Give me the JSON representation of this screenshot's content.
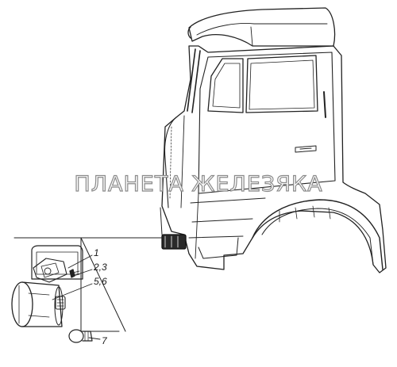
{
  "callouts": {
    "c1": "1",
    "c23": "2,3",
    "c56": "5,6",
    "c7": "7"
  },
  "watermark": "ПЛАНЕТА ЖЕЛЕЗЯКА"
}
